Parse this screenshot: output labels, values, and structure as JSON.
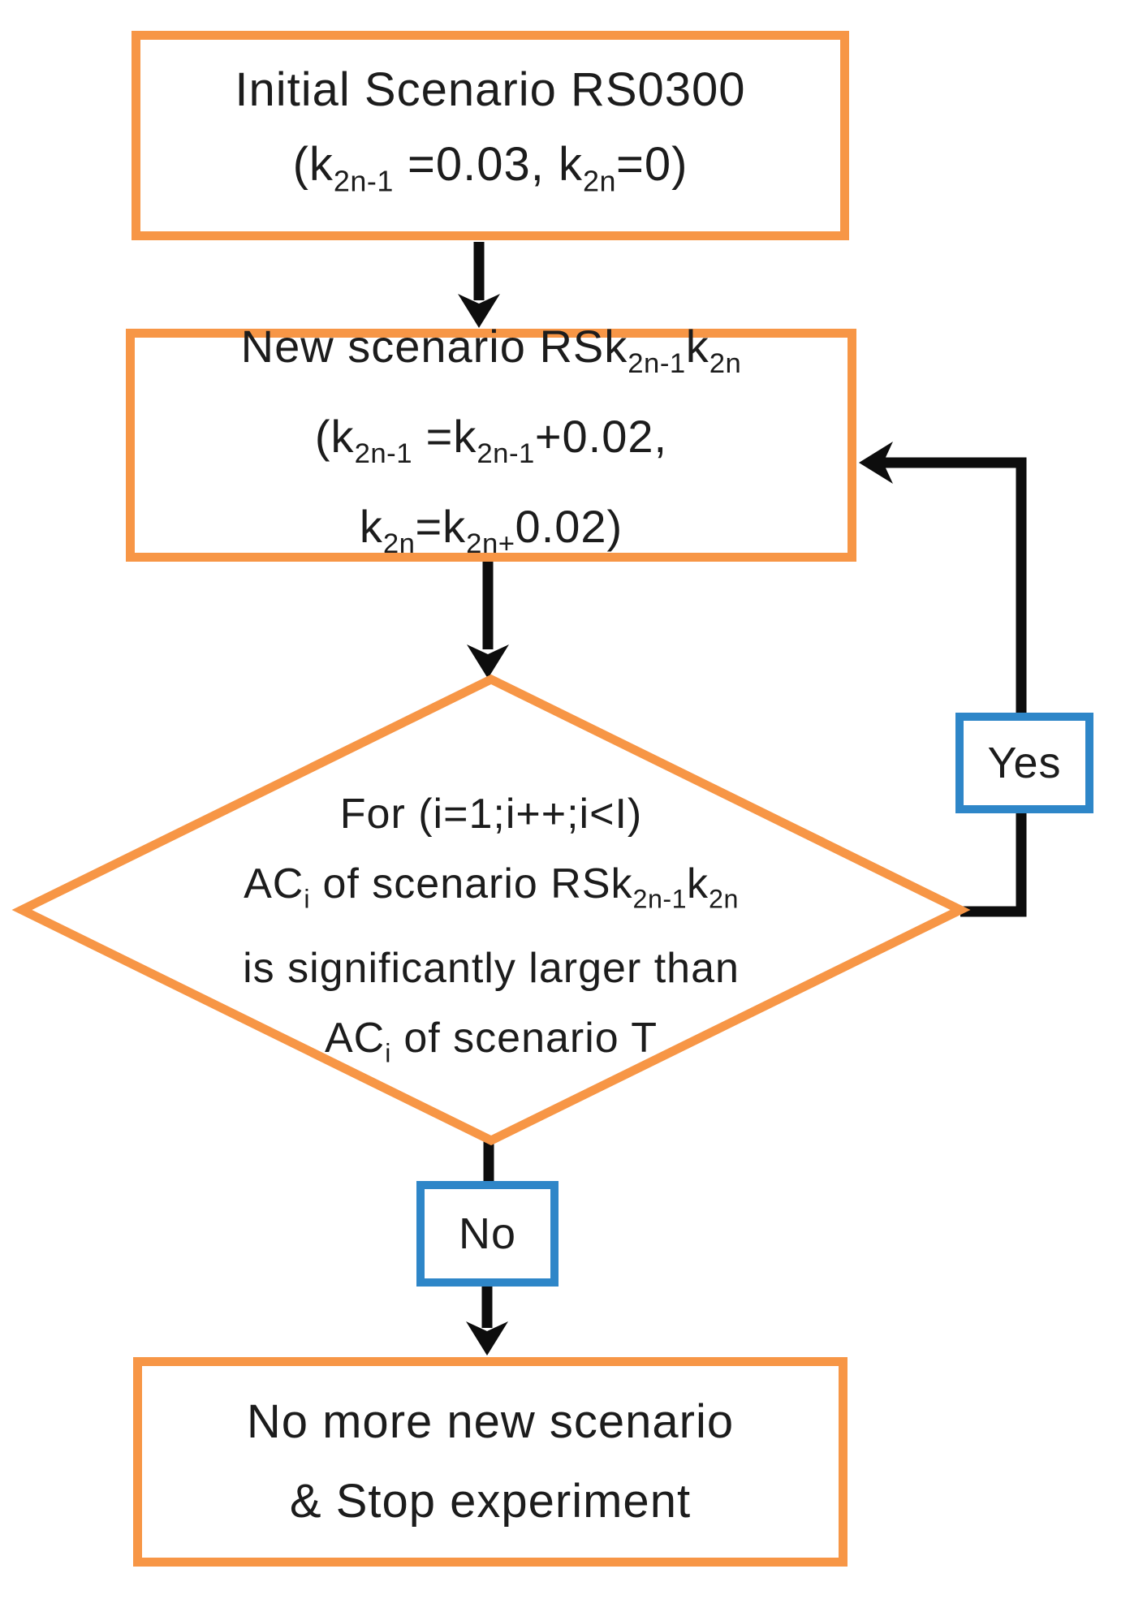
{
  "colors": {
    "orange": "#F79646",
    "blue": "#2E86C8",
    "arrow": "#0d0d0d",
    "ink": "#1c1c1c"
  },
  "nodes": {
    "initial": {
      "lines": [
        [
          {
            "t": "Initial Scenario RS0300"
          }
        ],
        [
          {
            "t": "(k"
          },
          {
            "t": "2n-1",
            "sub": true
          },
          {
            "t": " =0.03, k"
          },
          {
            "t": "2n",
            "sub": true
          },
          {
            "t": "=0)"
          }
        ]
      ]
    },
    "new_scenario": {
      "lines": [
        [
          {
            "t": "New scenario RSk"
          },
          {
            "t": "2n-1",
            "sub": true
          },
          {
            "t": "k"
          },
          {
            "t": "2n",
            "sub": true
          }
        ],
        [
          {
            "t": "(k"
          },
          {
            "t": "2n-1",
            "sub": true
          },
          {
            "t": " =k"
          },
          {
            "t": "2n-1",
            "sub": true
          },
          {
            "t": "+0.02,"
          }
        ],
        [
          {
            "t": "k"
          },
          {
            "t": "2n",
            "sub": true
          },
          {
            "t": "=k"
          },
          {
            "t": "2n+",
            "sub": true
          },
          {
            "t": "0.02)"
          }
        ]
      ]
    },
    "decision": {
      "lines": [
        [
          {
            "t": "For (i=1;i++;i<I)"
          }
        ],
        [
          {
            "t": "AC"
          },
          {
            "t": "i",
            "sub": true
          },
          {
            "t": "  of scenario RSk"
          },
          {
            "t": "2n-1",
            "sub": true
          },
          {
            "t": "k"
          },
          {
            "t": "2n",
            "sub": true
          }
        ],
        [
          {
            "t": "is significantly larger than"
          }
        ],
        [
          {
            "t": "AC"
          },
          {
            "t": "i",
            "sub": true
          },
          {
            "t": " of scenario T"
          }
        ]
      ]
    },
    "yes_label": "Yes",
    "no_label": "No",
    "stop": {
      "lines": [
        [
          {
            "t": "No more new scenario"
          }
        ],
        [
          {
            "t": "& Stop experiment"
          }
        ]
      ]
    }
  }
}
